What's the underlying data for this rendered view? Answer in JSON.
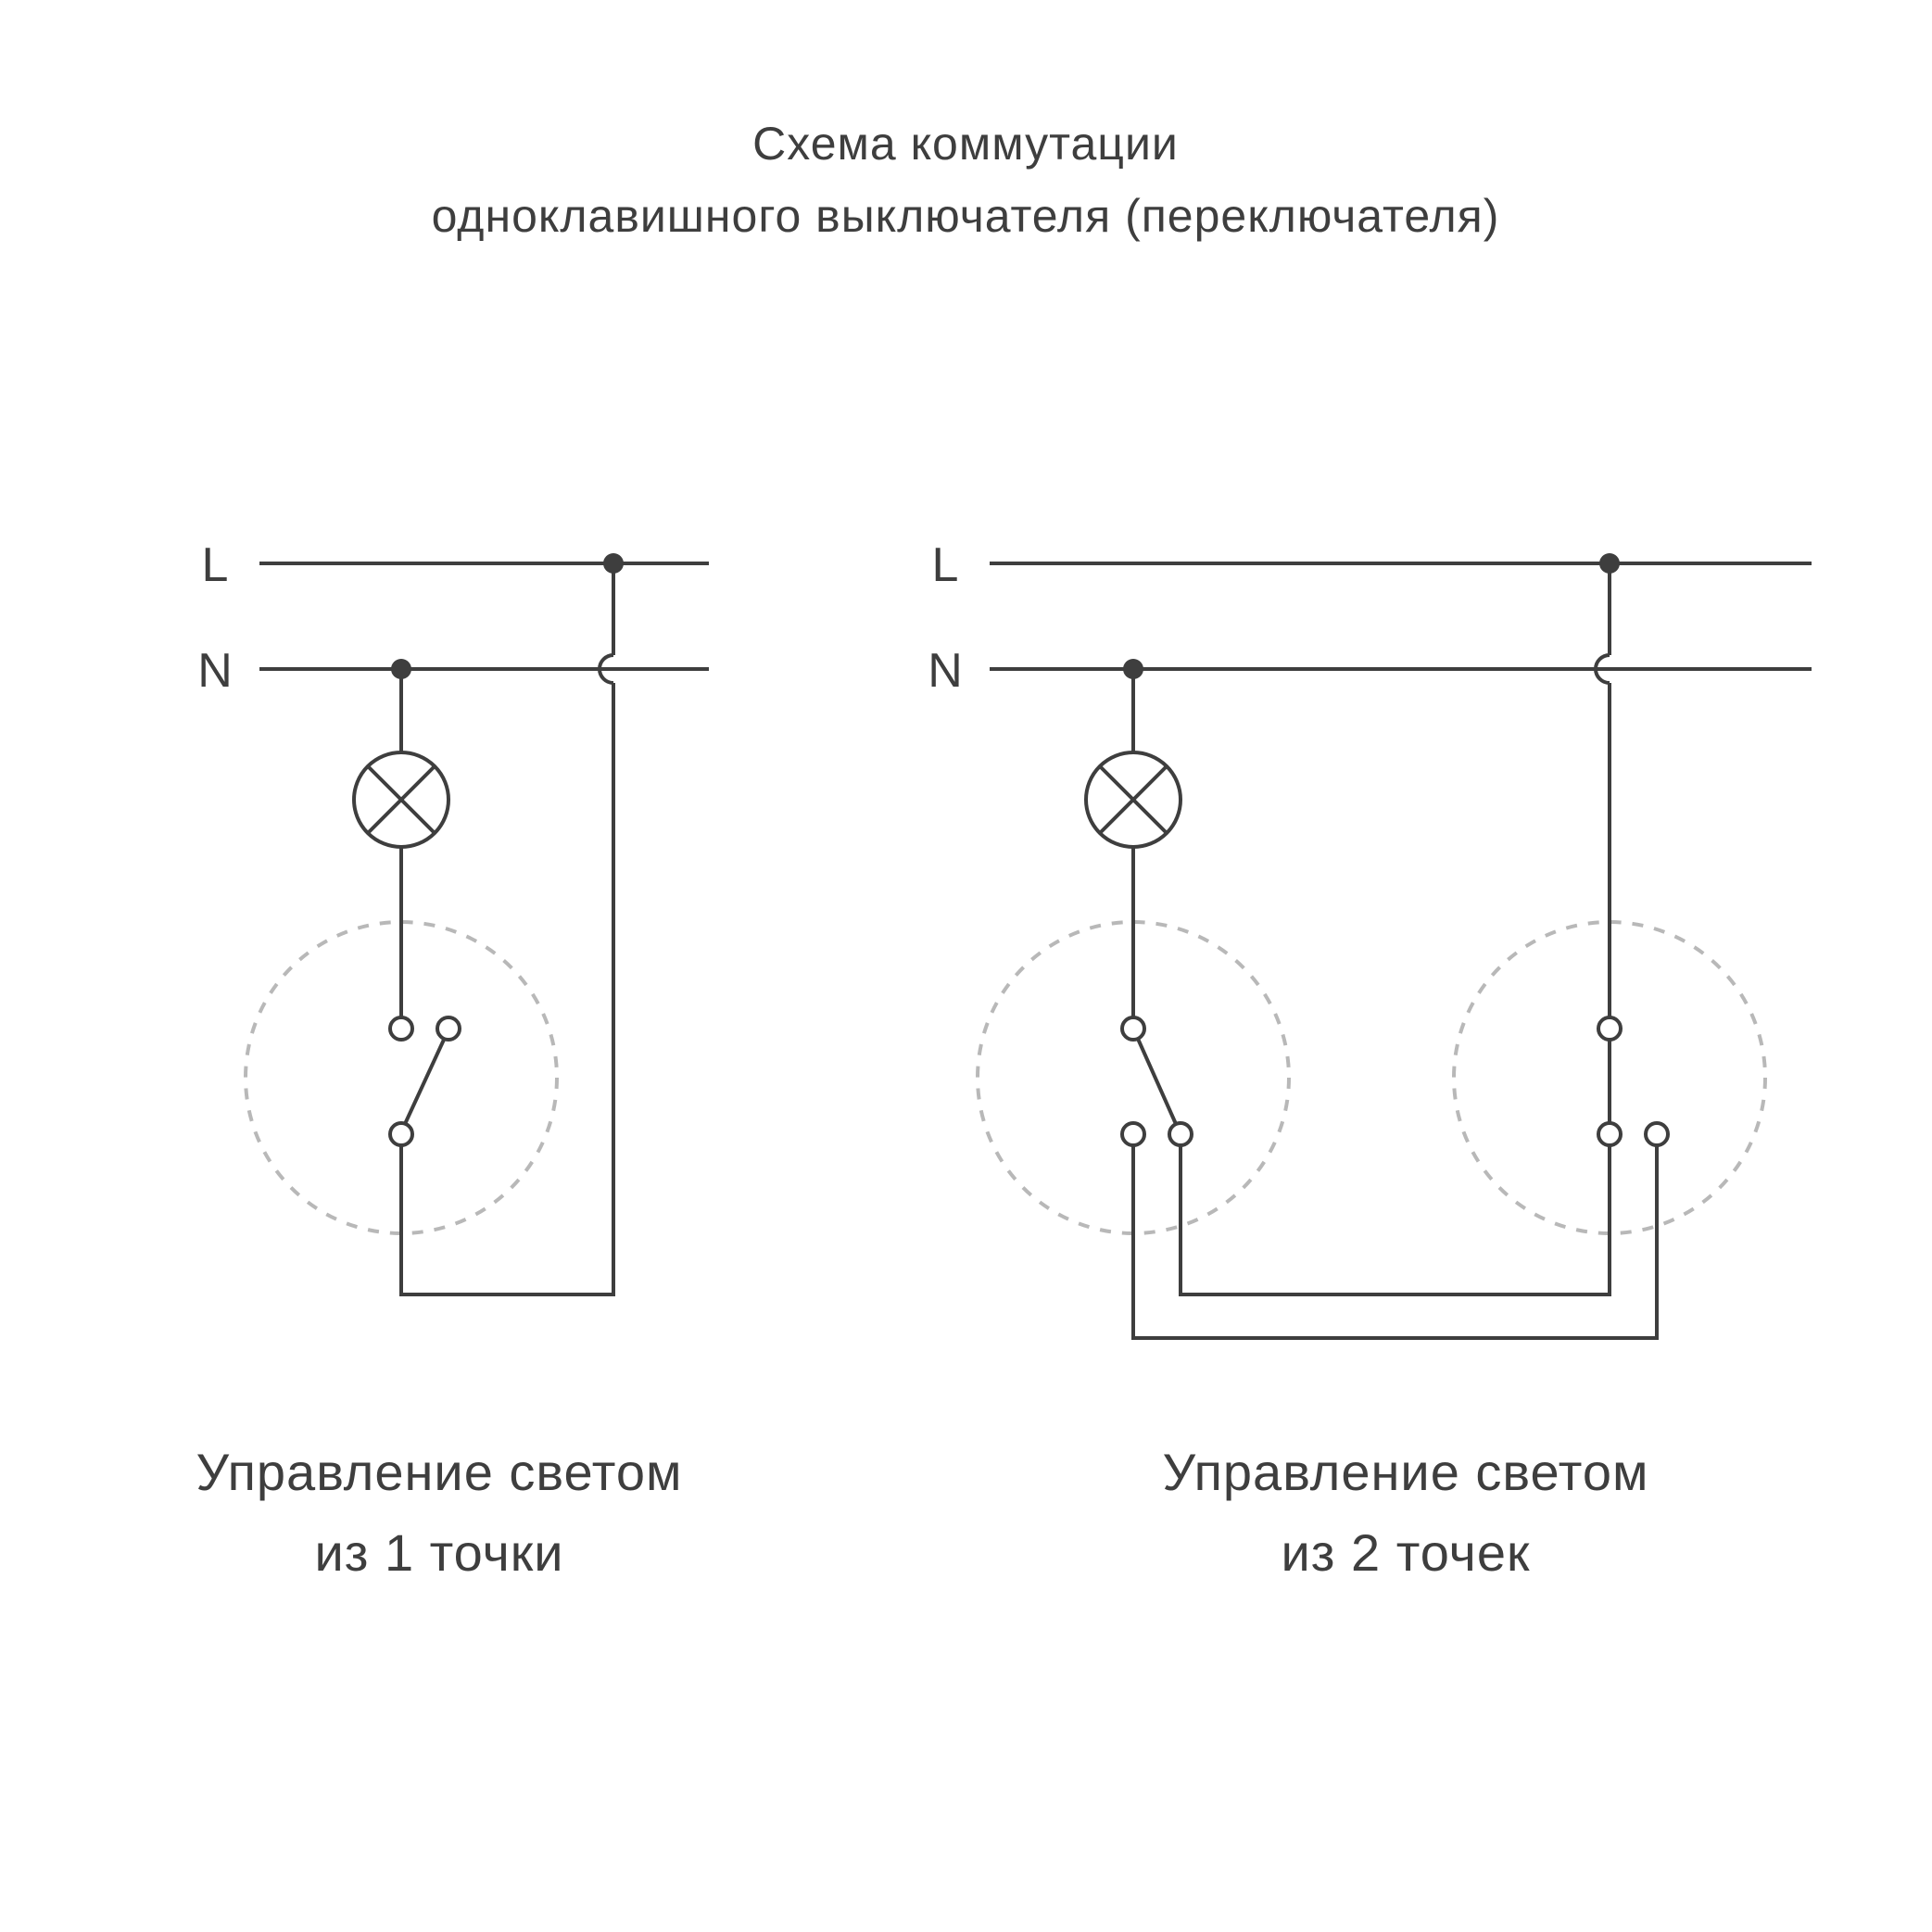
{
  "page": {
    "title_line1": "Схема коммутации",
    "title_line2": "одноклавишного выключателя (переключателя)"
  },
  "colors": {
    "wire": "#3e3e3e",
    "text": "#3e3e3e",
    "dashed_circle": "#b8b8b8",
    "background": "#ffffff"
  },
  "diagram_one_point": {
    "phase_label": "L",
    "neutral_label": "N",
    "caption_line1": "Управление светом",
    "caption_line2": "из 1 точки"
  },
  "diagram_two_point": {
    "phase_label": "L",
    "neutral_label": "N",
    "caption_line1": "Управление светом",
    "caption_line2": "из 2 точек"
  }
}
